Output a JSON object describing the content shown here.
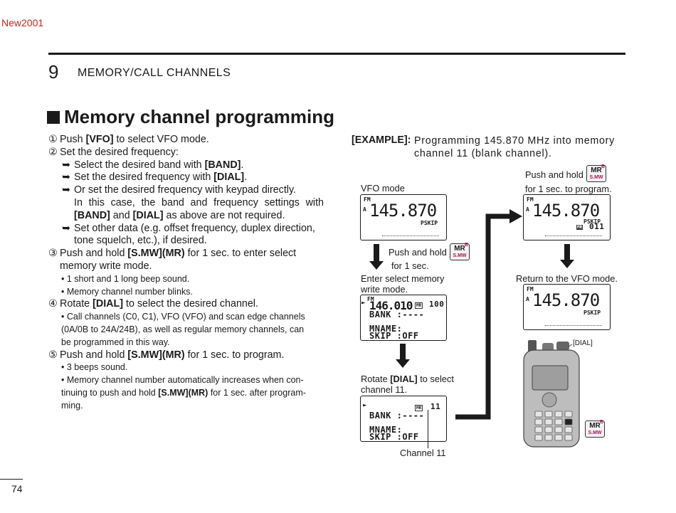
{
  "header": {
    "corner_tag": "New2001",
    "chapter_number": "9",
    "chapter_title": "MEMORY/CALL CHANNELS"
  },
  "section_title": "Memory channel programming",
  "steps": {
    "s1_num": "①",
    "s1_a": "Push ",
    "s1_b": "[VFO]",
    "s1_c": " to select VFO mode.",
    "s2_num": "②",
    "s2": "Set the desired frequency:",
    "arrow": "➥",
    "s2a_a": "Select the desired band with ",
    "s2a_b": "[BAND]",
    "s2a_c": ".",
    "s2b_a": "Set the desired frequency with ",
    "s2b_b": "[DIAL]",
    "s2b_c": ".",
    "s2c_1": "Or set the desired frequency with keypad directly.",
    "s2c_2": "In this case, the band and frequency settings with",
    "s2c_3a": "[BAND]",
    "s2c_3b": " and ",
    "s2c_3c": "[DIAL]",
    "s2c_3d": " as above are not required.",
    "s2d_1": "Set other data (e.g. offset frequency, duplex direction,",
    "s2d_2": "tone squelch, etc.), if desired.",
    "s3_num": "③",
    "s3_a": "Push and hold ",
    "s3_b": "[S.MW](MR)",
    "s3_c": " for 1 sec. to enter select",
    "s3_2": "memory write mode.",
    "s3_n1": "• 1 short and 1 long beep sound.",
    "s3_n2": "• Memory channel number blinks.",
    "s4_num": "④",
    "s4_a": "Rotate ",
    "s4_b": "[DIAL]",
    "s4_c": " to select the desired channel.",
    "s4_n1": "• Call channels (C0, C1), VFO (VFO) and scan edge channels",
    "s4_n2": "(0A/0B to 24A/24B), as well as regular memory channels, can",
    "s4_n3": "be programmed in this way.",
    "s5_num": "⑤",
    "s5_a": "Push and hold ",
    "s5_b": "[S.MW](MR)",
    "s5_c": " for 1 sec. to program.",
    "s5_n1": "• 3 beeps sound.",
    "s5_n2": "• Memory channel number automatically increases when con-",
    "s5_n3a": "tinuing to push and hold ",
    "s5_n3b": "[S.MW](MR)",
    "s5_n3c": " for 1 sec. after program-",
    "s5_n4": "ming."
  },
  "example": {
    "label": "[EXAMPLE]:",
    "line1": "Programming 145.870 MHz into memory",
    "line2": "channel 11 (blank channel)."
  },
  "diagram": {
    "vfo_mode": "VFO mode",
    "push_hold": "Push and hold",
    "for_1sec": "for 1 sec.",
    "enter_select_1": "Enter select memory",
    "enter_select_2": "write mode.",
    "rotate_a": "Rotate ",
    "rotate_b": "[DIAL]",
    "rotate_c": " to select",
    "rotate_2": "channel 11.",
    "channel11": "Channel 11",
    "push_hold_2": "Push and hold",
    "for_1sec_program": "for 1 sec. to program.",
    "return_vfo": "Return to the VFO mode.",
    "dial_label": "[DIAL]",
    "key_mr": "MR",
    "key_smw": "S.MW",
    "key_sup": "B"
  },
  "lcds": {
    "fm": "FM",
    "a": "A",
    "freq": "145.870",
    "pskip": "PSKIP",
    "freq2": "146.010",
    "mr": "MR",
    "ch_blink": "100",
    "ch11": "11",
    "ch11b": "011",
    "bank": "BANK  :----",
    "mname": "MNAME:",
    "skip": "SKIP  :OFF"
  },
  "footer": {
    "page_number": "74"
  }
}
